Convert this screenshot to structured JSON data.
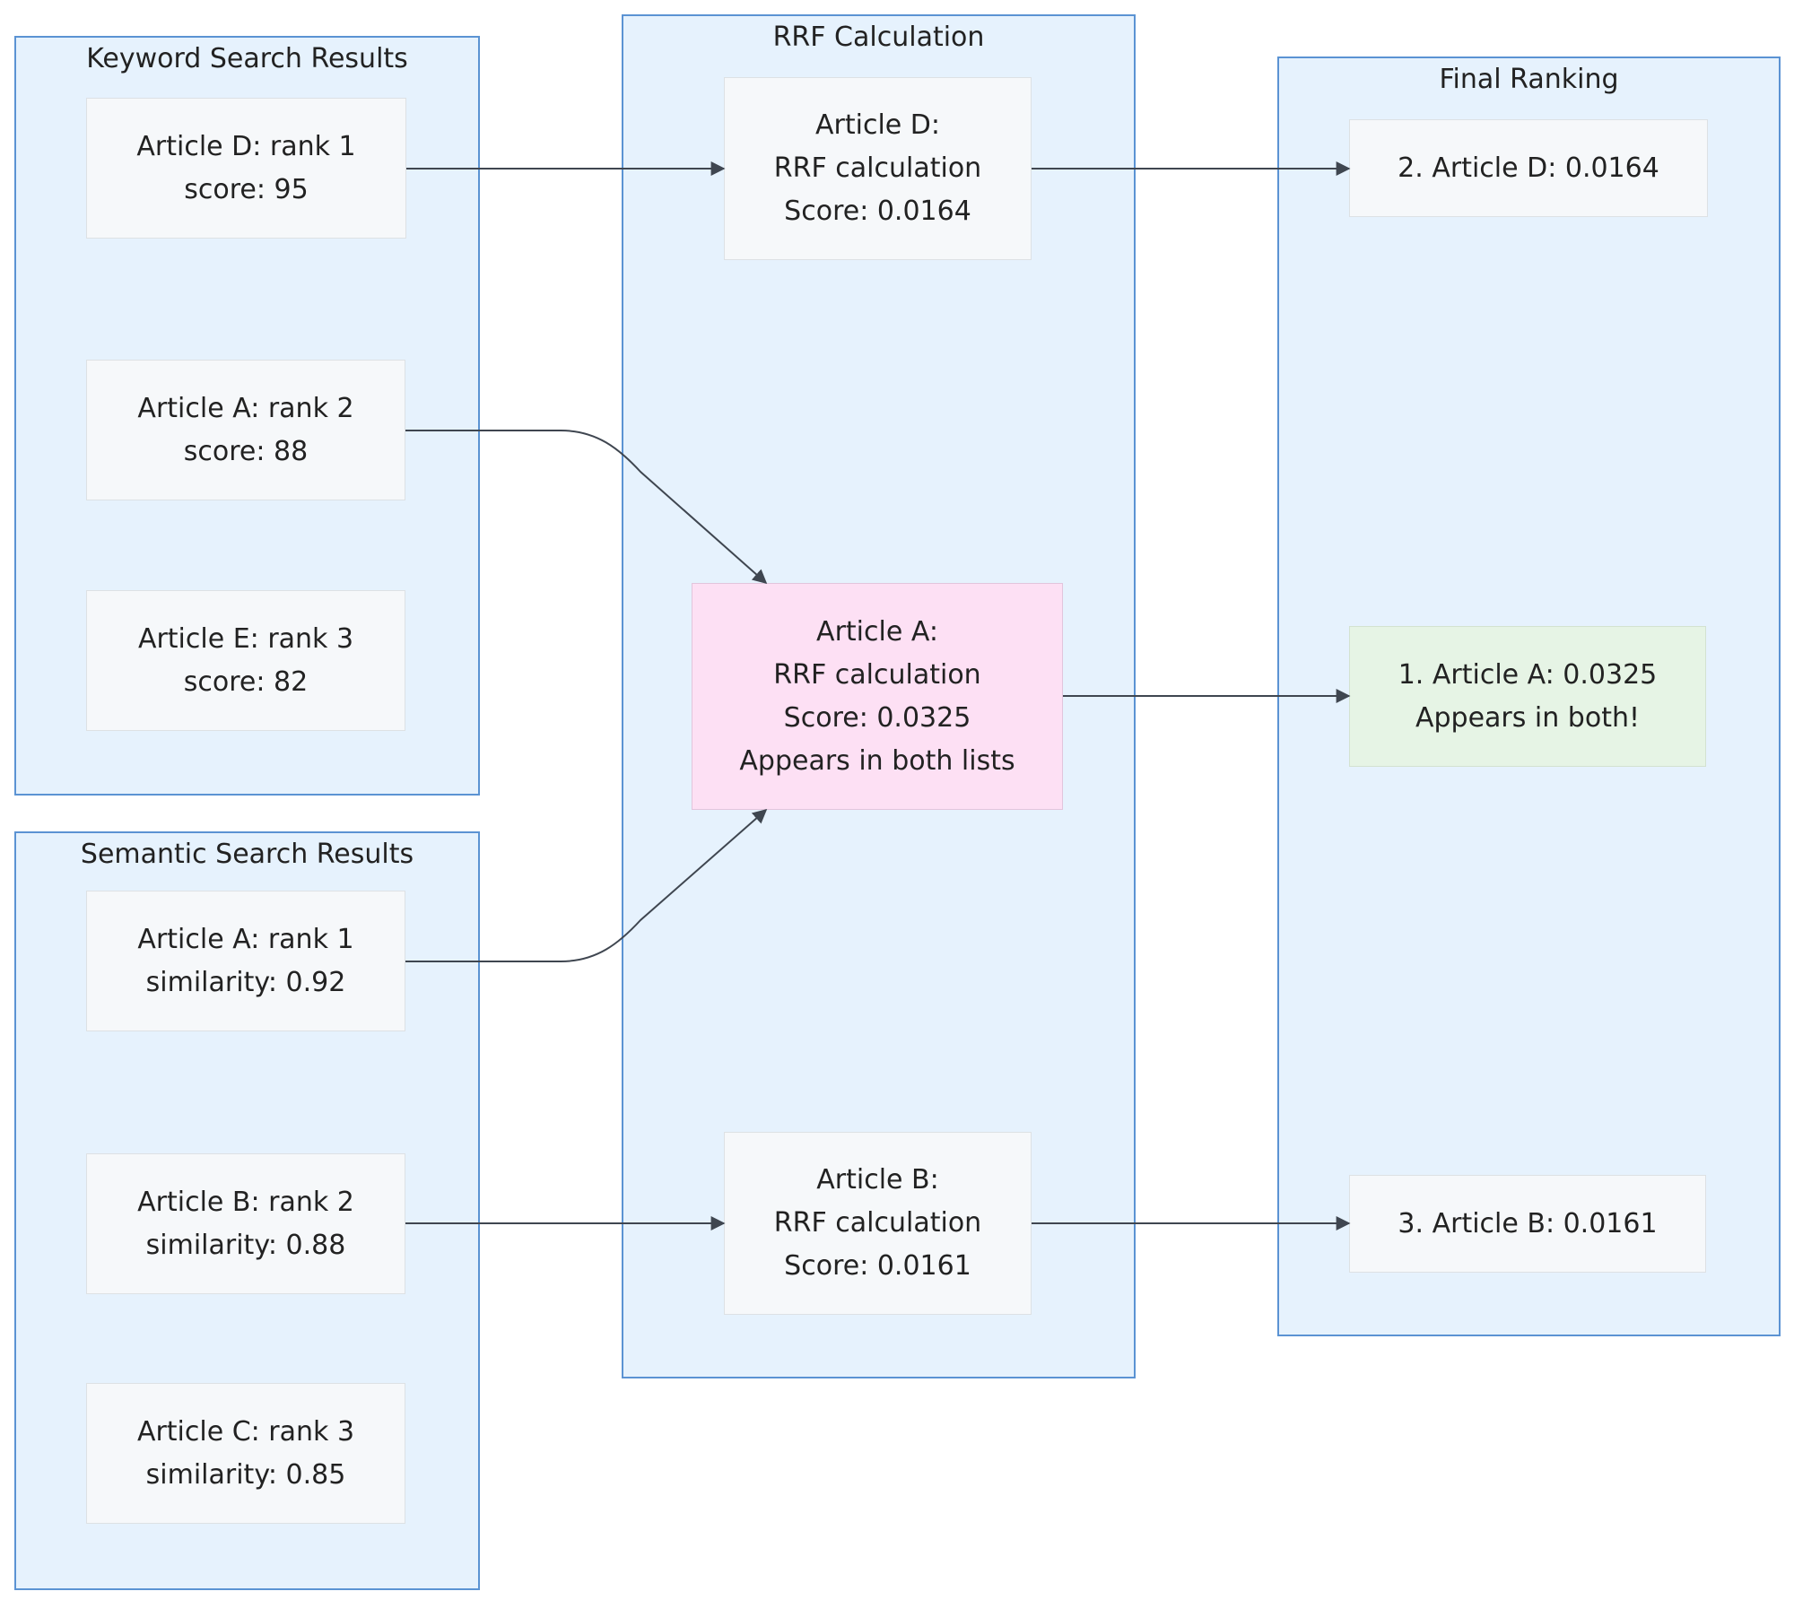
{
  "groups": {
    "keyword": {
      "title": "Keyword Search Results"
    },
    "semantic": {
      "title": "Semantic Search Results"
    },
    "rrf": {
      "title": "RRF Calculation"
    },
    "final": {
      "title": "Final Ranking"
    }
  },
  "nodes": {
    "kw_d": "Article D: rank 1\nscore: 95",
    "kw_a": "Article A: rank 2\nscore: 88",
    "kw_e": "Article E: rank 3\nscore: 82",
    "sem_a": "Article A: rank 1\nsimilarity: 0.92",
    "sem_b": "Article B: rank 2\nsimilarity: 0.88",
    "sem_c": "Article C: rank 3\nsimilarity: 0.85",
    "rrf_d": "Article D:\nRRF calculation\nScore: 0.0164",
    "rrf_a": "Article A:\nRRF calculation\nScore: 0.0325\nAppears in both lists",
    "rrf_b": "Article B:\nRRF calculation\nScore: 0.0161",
    "final_d": "2. Article D: 0.0164",
    "final_a": "1. Article A: 0.0325\nAppears in both!",
    "final_b": "3. Article B: 0.0161"
  },
  "colors": {
    "group_fill": "#e6f2fd",
    "group_border": "#5b93d3",
    "node_fill": "#f6f8fa",
    "highlight_fill": "#fde0f4",
    "winner_fill": "#e6f4e5",
    "edge": "#3f4650"
  }
}
